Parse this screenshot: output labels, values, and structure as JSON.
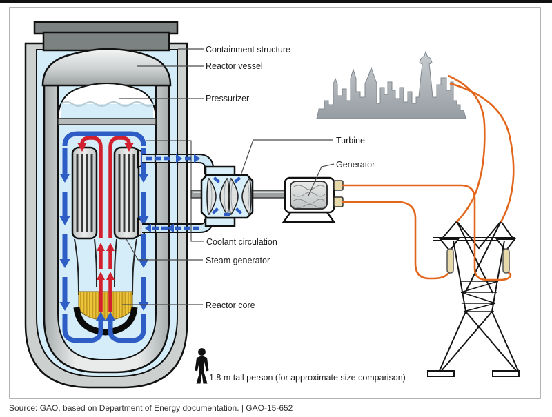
{
  "labels": {
    "containment_structure": "Containment structure",
    "reactor_vessel": "Reactor vessel",
    "pressurizer": "Pressurizer",
    "turbine": "Turbine",
    "generator": "Generator",
    "coolant_circulation": "Coolant circulation",
    "steam_generator": "Steam generator",
    "reactor_core": "Reactor core"
  },
  "person": {
    "caption": "1.8 m tall person (for approximate size comparison)"
  },
  "footer": {
    "text": "Source: GAO, based on Department of Energy documentation.  |  GAO-15-652"
  },
  "colors": {
    "coolant_blue": "#2e5dc6",
    "hot_red": "#d3202e",
    "power_orange": "#e2661c",
    "interior_blue": "#d5edf8",
    "core_yellow": "#eec63e",
    "insulator_tan": "#e8d9ab",
    "wall_gray": "#ccd0cf",
    "cap_dark_gray": "#7c8281"
  }
}
